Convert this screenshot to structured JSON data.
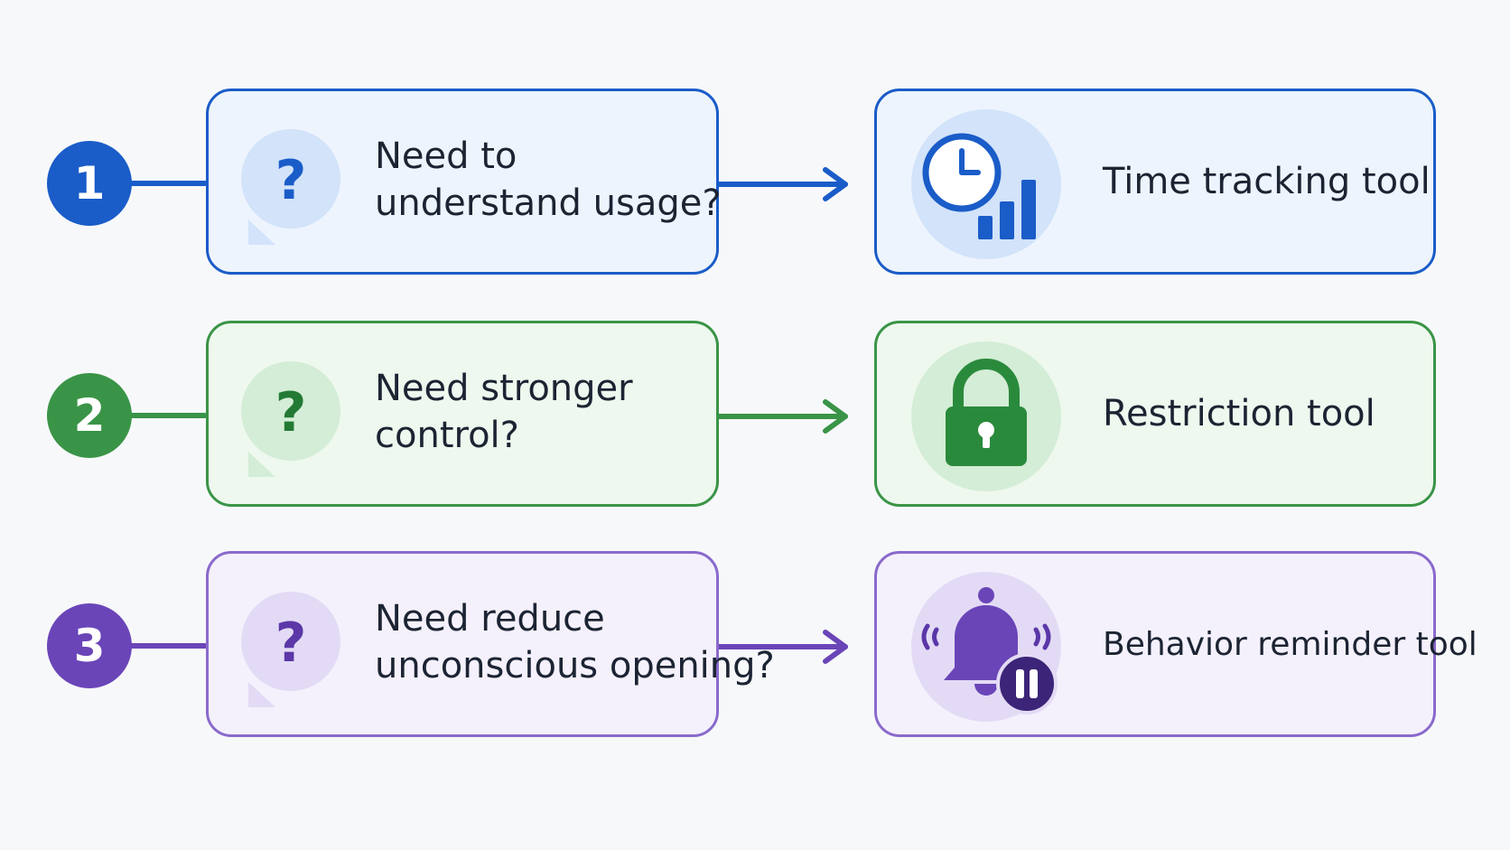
{
  "steps": [
    {
      "number": "1",
      "question_lines": [
        "Need to",
        "understand usage?"
      ],
      "tool": "Time tracking tool",
      "icon": "clock-chart-icon",
      "accent": "#1a5cc8",
      "card_fill": "#eef4fd",
      "icon_bg": "#d2e3fa"
    },
    {
      "number": "2",
      "question_lines": [
        "Need stronger",
        "control?"
      ],
      "tool": "Restriction tool",
      "icon": "padlock-icon",
      "accent": "#3a9447",
      "card_fill": "#eef8ee",
      "icon_bg": "#d4edd6"
    },
    {
      "number": "3",
      "question_lines": [
        "Need reduce",
        "unconscious opening?"
      ],
      "tool": "Behavior reminder tool",
      "icon": "bell-pause-icon",
      "accent": "#6a45b8",
      "card_fill": "#f4f1fc",
      "icon_bg": "#e3dbf5"
    }
  ]
}
